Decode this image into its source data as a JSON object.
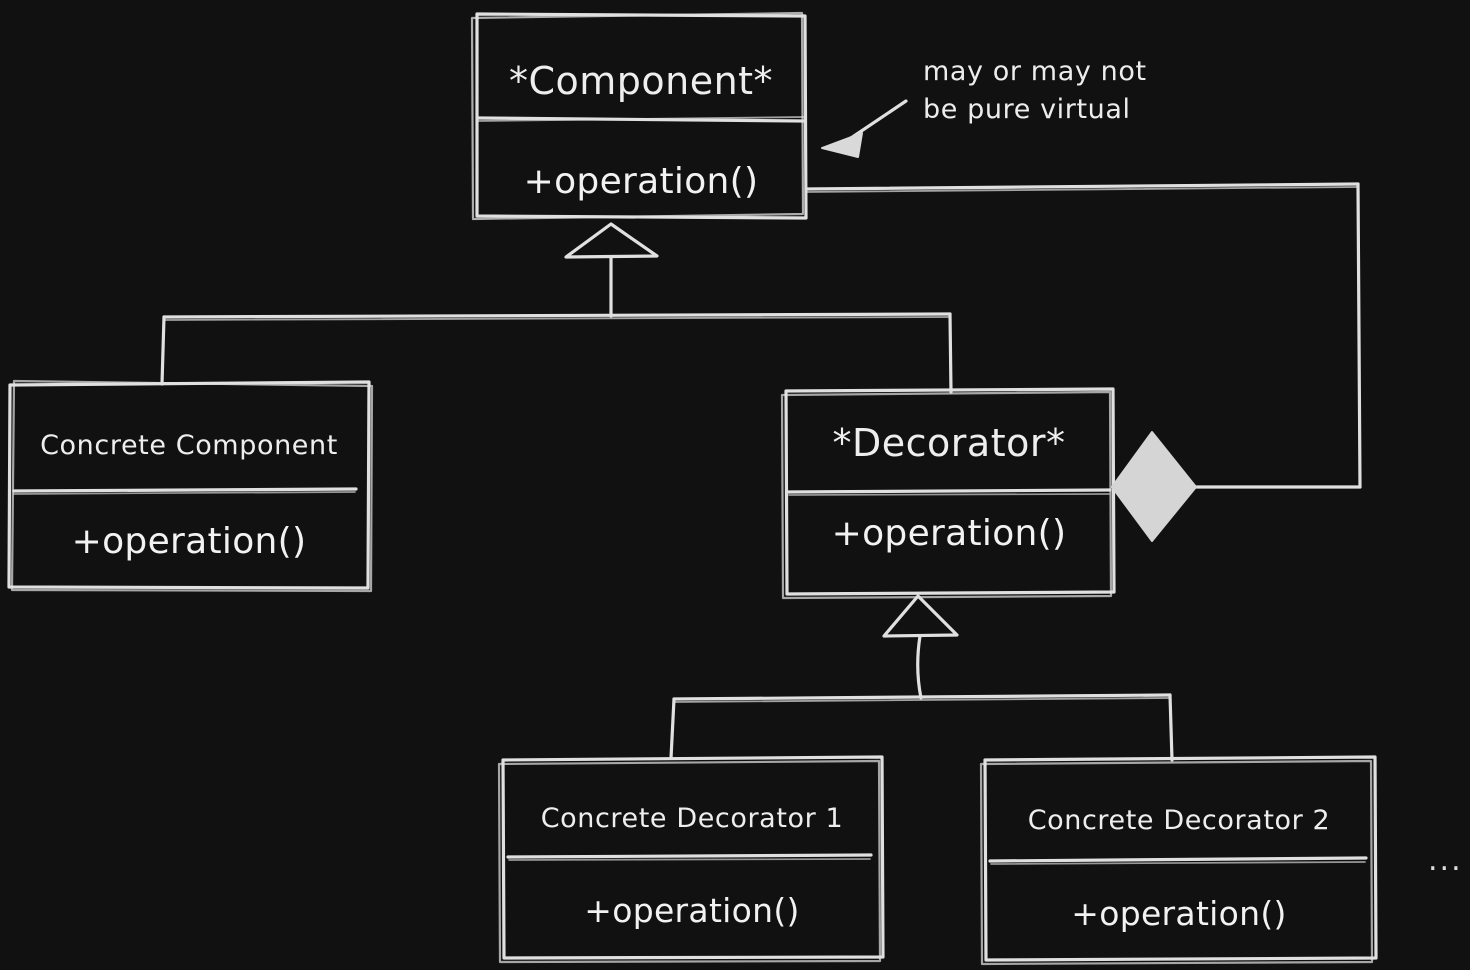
{
  "diagram": {
    "title": "Decorator Pattern UML Class Diagram",
    "style": "hand-drawn sketch on dark background",
    "background_color": "#111111",
    "stroke_color": "#e0e0e0",
    "fill_color": "#d5d5d5"
  },
  "classes": [
    {
      "id": "component",
      "name": "*Component*",
      "abstract": true,
      "operations": "+operation()"
    },
    {
      "id": "concrete-component",
      "name": "Concrete Component",
      "abstract": false,
      "operations": "+operation()"
    },
    {
      "id": "decorator",
      "name": "*Decorator*",
      "abstract": true,
      "operations": "+operation()"
    },
    {
      "id": "concrete-decorator-1",
      "name": "Concrete Decorator 1",
      "abstract": false,
      "operations": "+operation()"
    },
    {
      "id": "concrete-decorator-2",
      "name": "Concrete Decorator 2",
      "abstract": false,
      "operations": "+operation()"
    }
  ],
  "annotations": {
    "pure_virtual_note": "may or may not\nbe pure virtual",
    "more_decorators": "..."
  },
  "relationships": [
    {
      "type": "generalization",
      "from": "concrete-component",
      "to": "component",
      "marker": "hollow-triangle"
    },
    {
      "type": "generalization",
      "from": "decorator",
      "to": "component",
      "marker": "hollow-triangle"
    },
    {
      "type": "generalization",
      "from": "concrete-decorator-1",
      "to": "decorator",
      "marker": "hollow-triangle"
    },
    {
      "type": "generalization",
      "from": "concrete-decorator-2",
      "to": "decorator",
      "marker": "hollow-triangle"
    },
    {
      "type": "aggregation",
      "from": "decorator",
      "to": "component",
      "marker": "filled-diamond"
    }
  ]
}
